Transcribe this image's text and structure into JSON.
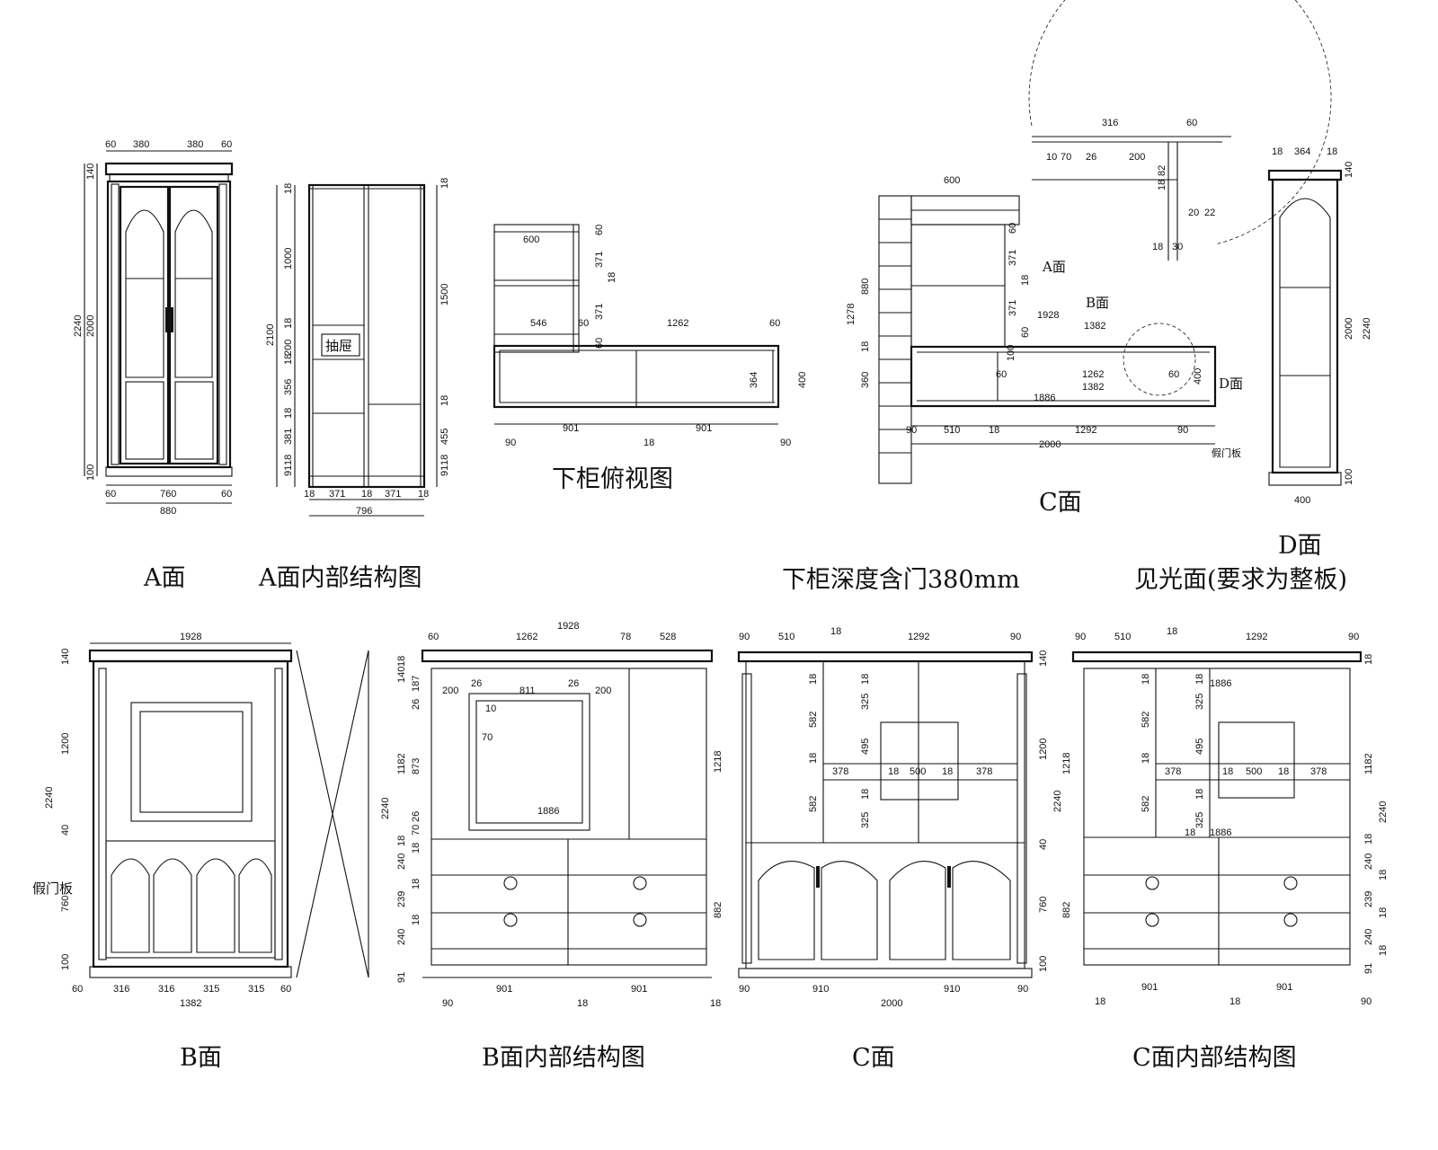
{
  "drawing_labels": {
    "a_face": "A面",
    "a_internal": "A面内部结构图",
    "lower_top_view": "下柜俯视图",
    "c_face_top": "C面",
    "d_face": "D面",
    "depth_note": "下柜深度含门380mm",
    "d_visible": "见光面(要求为整板)",
    "b_face": "B面",
    "b_internal": "B面内部结构图",
    "c_face": "C面",
    "c_internal": "C面内部结构图",
    "callout_a": "A面",
    "callout_b": "B面",
    "callout_d": "D面",
    "drawer_tag": "抽屉",
    "false_door": "假门板",
    "false_door_b": "假门板"
  },
  "dims": {
    "a_top": [
      "60",
      "380",
      "380",
      "60"
    ],
    "a_bottom": [
      "60",
      "760",
      "60"
    ],
    "a_total_w": "880",
    "a_left": [
      "140",
      "2240",
      "2000",
      "100"
    ],
    "ai_left": [
      "18",
      "1000",
      "2100",
      "18",
      "200",
      "18",
      "356",
      "18",
      "381",
      "91",
      "18"
    ],
    "ai_right": [
      "18",
      "1500",
      "18",
      "455",
      "91",
      "18"
    ],
    "ai_bottom": [
      "18",
      "371",
      "18",
      "371",
      "18"
    ],
    "ai_total": "796",
    "top_view": [
      "600",
      "60",
      "371",
      "18",
      "371",
      "546",
      "60",
      "1262",
      "60",
      "60",
      "364",
      "400",
      "901",
      "18",
      "901",
      "90",
      "90"
    ],
    "c_top": [
      "600",
      "60",
      "371",
      "18",
      "371",
      "60",
      "1278",
      "880",
      "18",
      "360",
      "1928",
      "1382",
      "100",
      "60",
      "1262",
      "60",
      "1382",
      "400",
      "1886",
      "90",
      "510",
      "18",
      "1292",
      "90",
      "2000"
    ],
    "detail": [
      "316",
      "60",
      "10",
      "70",
      "26",
      "200",
      "82",
      "18",
      "20",
      "22",
      "18",
      "30"
    ],
    "d_face": [
      "18",
      "364",
      "18",
      "140",
      "2000",
      "2240",
      "100",
      "400"
    ],
    "b_face": [
      "1928",
      "140",
      "1200",
      "2240",
      "40",
      "760",
      "100",
      "60",
      "316",
      "316",
      "315",
      "315",
      "60",
      "1382"
    ],
    "b_internal": [
      "1928",
      "60",
      "1262",
      "78",
      "528",
      "200",
      "26",
      "811",
      "26",
      "200",
      "10",
      "70",
      "18",
      "140",
      "187",
      "26",
      "1182",
      "873",
      "2240",
      "70",
      "26",
      "1886",
      "18",
      "18",
      "240",
      "18",
      "239",
      "18",
      "240",
      "91",
      "1218",
      "882",
      "90",
      "901",
      "18",
      "901",
      "18"
    ],
    "c_face": [
      "90",
      "510",
      "18",
      "1292",
      "90",
      "18",
      "582",
      "18",
      "582",
      "18",
      "325",
      "495",
      "18",
      "325",
      "378",
      "18",
      "500",
      "18",
      "378",
      "140",
      "1200",
      "2240",
      "40",
      "760",
      "100",
      "90",
      "910",
      "910",
      "90",
      "2000"
    ],
    "c_internal": [
      "90",
      "510",
      "18",
      "1292",
      "90",
      "1886",
      "18",
      "582",
      "18",
      "582",
      "18",
      "325",
      "495",
      "18",
      "325",
      "378",
      "18",
      "500",
      "18",
      "378",
      "1886",
      "1218",
      "1182",
      "2240",
      "18",
      "18",
      "240",
      "18",
      "239",
      "18",
      "240",
      "91",
      "18",
      "882",
      "18",
      "901",
      "18",
      "901",
      "90",
      "18"
    ]
  }
}
